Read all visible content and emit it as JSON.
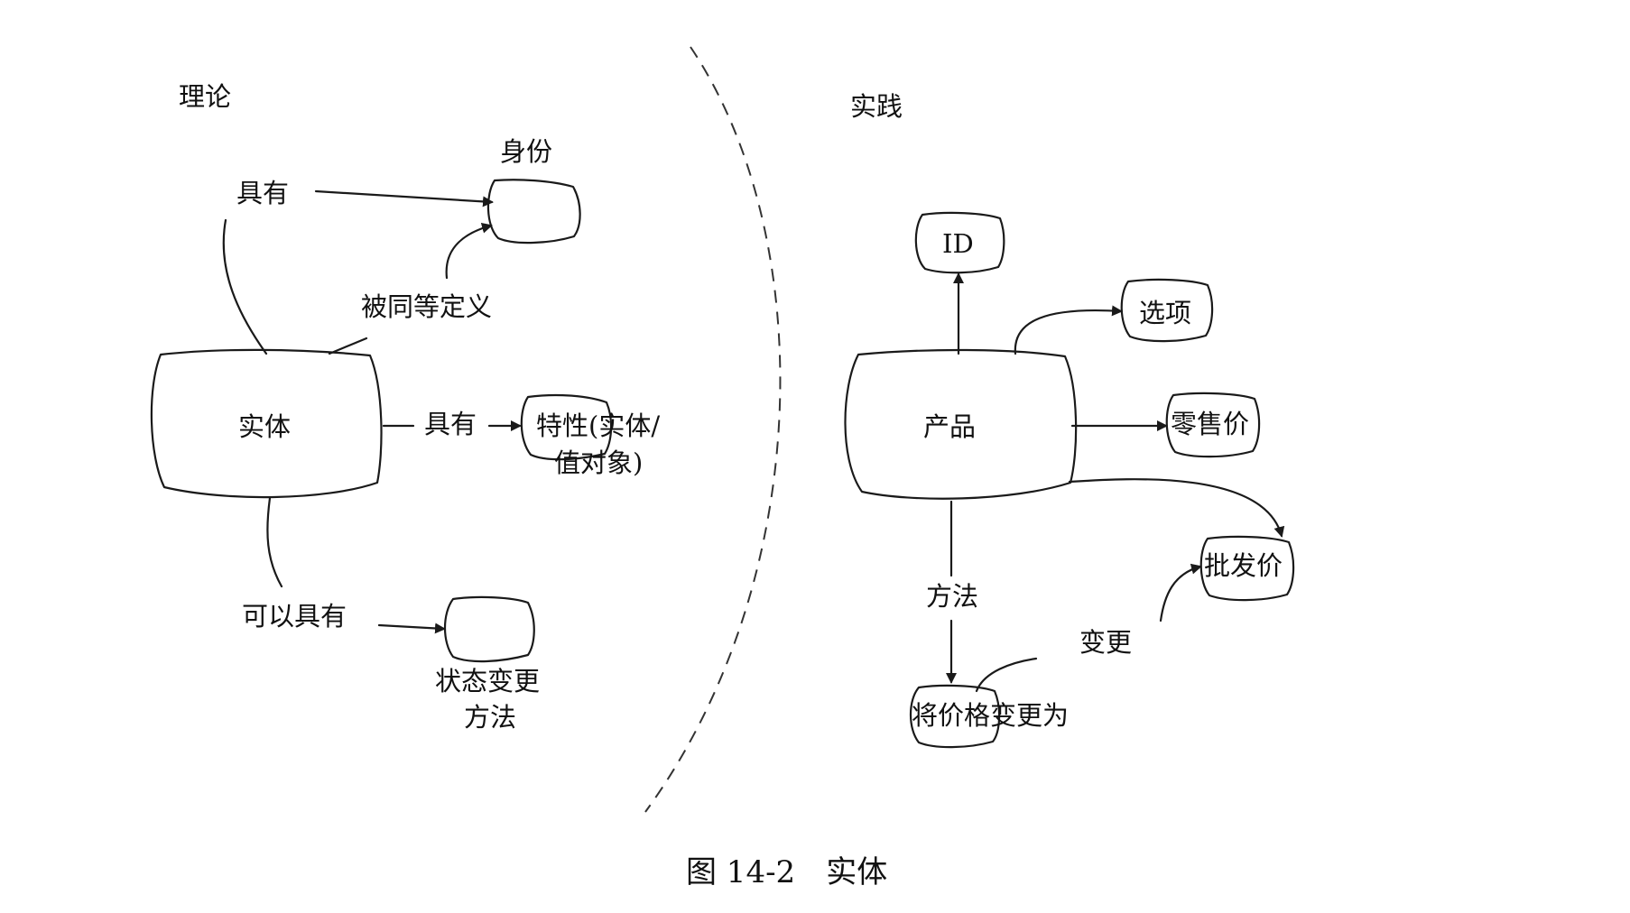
{
  "diagram": {
    "sections": {
      "theory": "理论",
      "practice": "实践"
    },
    "theory": {
      "entity": "实体",
      "identity": "身份",
      "has_1": "具有",
      "defined_by": "被同等定义",
      "has_2": "具有",
      "attributes_line1": "特性(实体/",
      "attributes_line2": "值对象)",
      "may_have": "可以具有",
      "state_change_line1": "状态变更",
      "state_change_line2": "方法"
    },
    "practice": {
      "product": "产品",
      "id": "ID",
      "options": "选项",
      "retail_price": "零售价",
      "wholesale_price": "批发价",
      "method": "方法",
      "change_price": "将价格变更为",
      "change": "变更"
    },
    "caption": "图 14-2　实体"
  }
}
